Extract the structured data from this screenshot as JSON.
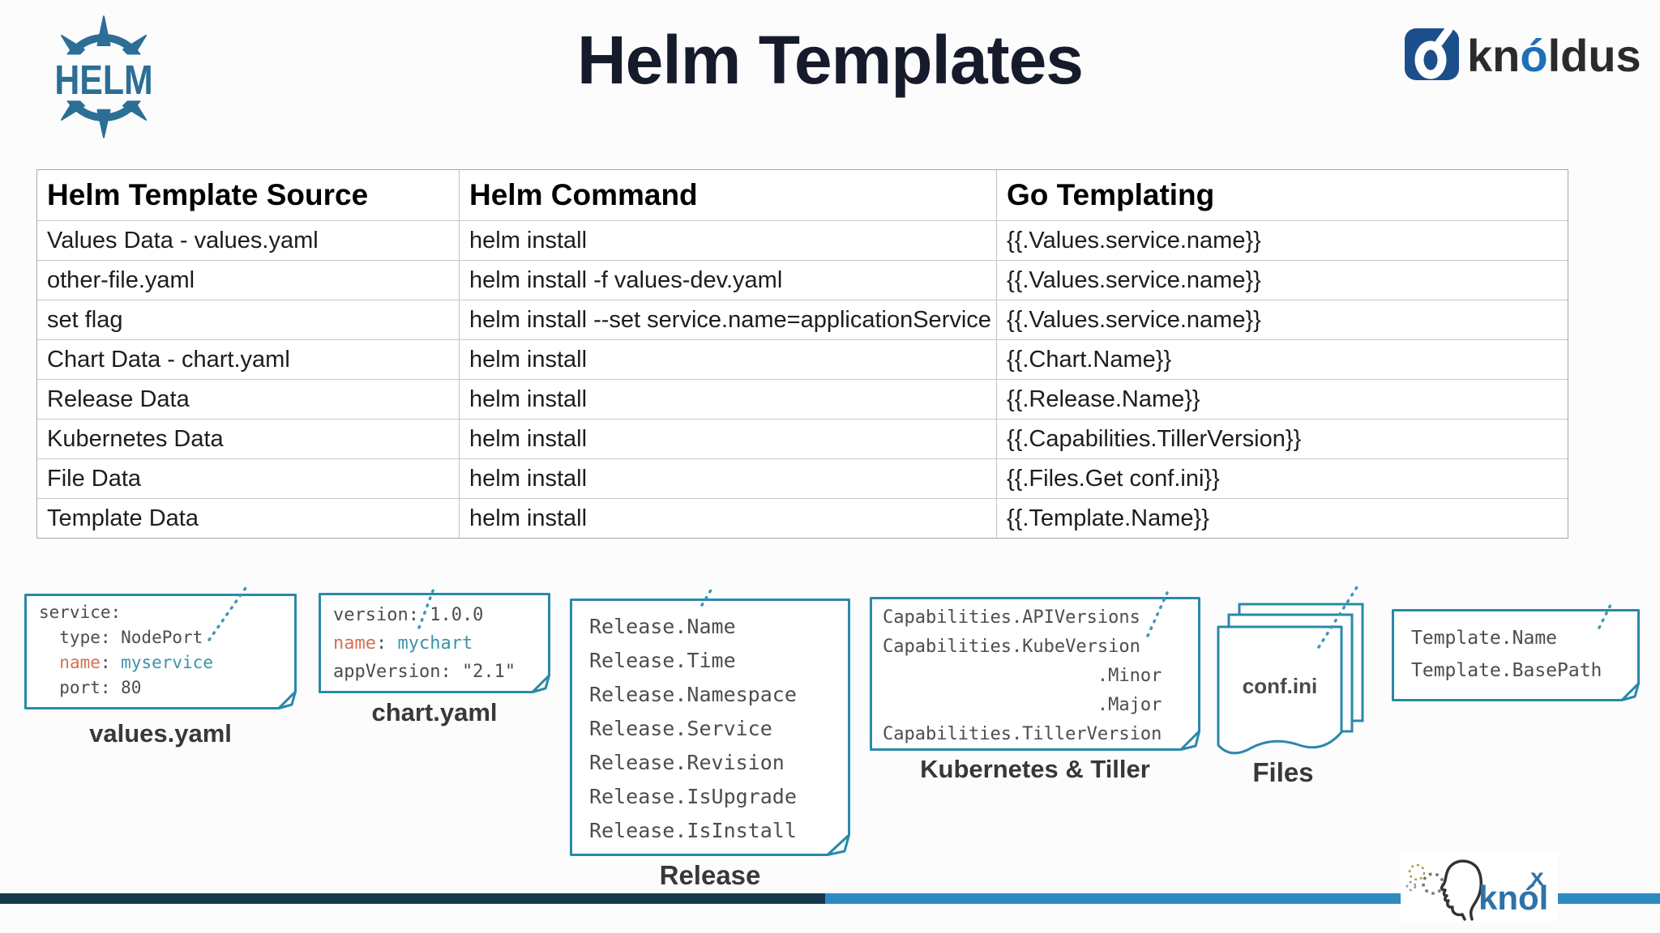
{
  "header": {
    "helm_logo_text": "HELM",
    "title": "Helm Templates",
    "knoldus": {
      "pre": "kn",
      "accent": "ó",
      "post": "ldus"
    }
  },
  "table": {
    "columns": [
      "Helm Template Source",
      "Helm Command",
      "Go Templating"
    ],
    "rows": [
      [
        "Values Data - values.yaml",
        "helm install",
        "{{.Values.service.name}}"
      ],
      [
        "other-file.yaml",
        "helm install -f values-dev.yaml",
        "{{.Values.service.name}}"
      ],
      [
        "set flag",
        "helm install --set service.name=applicationService",
        "{{.Values.service.name}}"
      ],
      [
        "Chart Data - chart.yaml",
        "helm install",
        "{{.Chart.Name}}"
      ],
      [
        "Release Data",
        "helm install",
        "{{.Release.Name}}"
      ],
      [
        "Kubernetes Data",
        "helm install",
        "{{.Capabilities.TillerVersion}}"
      ],
      [
        "File Data",
        "helm install",
        "{{.Files.Get conf.ini}}"
      ],
      [
        "Template Data",
        "helm install",
        "{{.Template.Name}}"
      ]
    ]
  },
  "notes": {
    "values_yaml": {
      "caption": "values.yaml",
      "l1": "service:",
      "l2": "  type: NodePort",
      "l3_indent": "  ",
      "l3_key": "name",
      "l3_sep": ": ",
      "l3_val": "myservice",
      "l4": "  port: 80"
    },
    "chart_yaml": {
      "caption": "chart.yaml",
      "l1": "version: 1.0.0",
      "l2_key": "name",
      "l2_sep": ": ",
      "l2_val": "mychart",
      "l3": "appVersion: \"2.1\""
    },
    "release": {
      "caption": "Release",
      "lines": [
        "Release.Name",
        "Release.Time",
        "Release.Namespace",
        "Release.Service",
        "Release.Revision",
        "Release.IsUpgrade",
        "Release.IsInstall"
      ]
    },
    "kubernetes": {
      "caption": "Kubernetes & Tiller",
      "lines": [
        "Capabilities.APIVersions",
        "Capabilities.KubeVersion",
        "                    .Minor",
        "                    .Major",
        "Capabilities.TillerVersion"
      ]
    },
    "files": {
      "caption": "Files",
      "label": "conf.ini"
    },
    "template": {
      "lines": [
        "Template.Name",
        "Template.BasePath"
      ]
    }
  },
  "footer": {
    "knolx_text": "knól",
    "knolx_sup": "x"
  },
  "colors": {
    "note_border": "#2a89a9",
    "code_text": "#4d4d4d",
    "yaml_key_orange": "#d4714e",
    "yaml_value_teal": "#3a93ad",
    "bar_navy": "#17384d",
    "bar_blue": "#2e8bc0",
    "helm_blue": "#2b6e96",
    "knoldus_blue": "#1d4e8c",
    "knolx_blue": "#2d72a8",
    "title_text": "#161b2c"
  }
}
